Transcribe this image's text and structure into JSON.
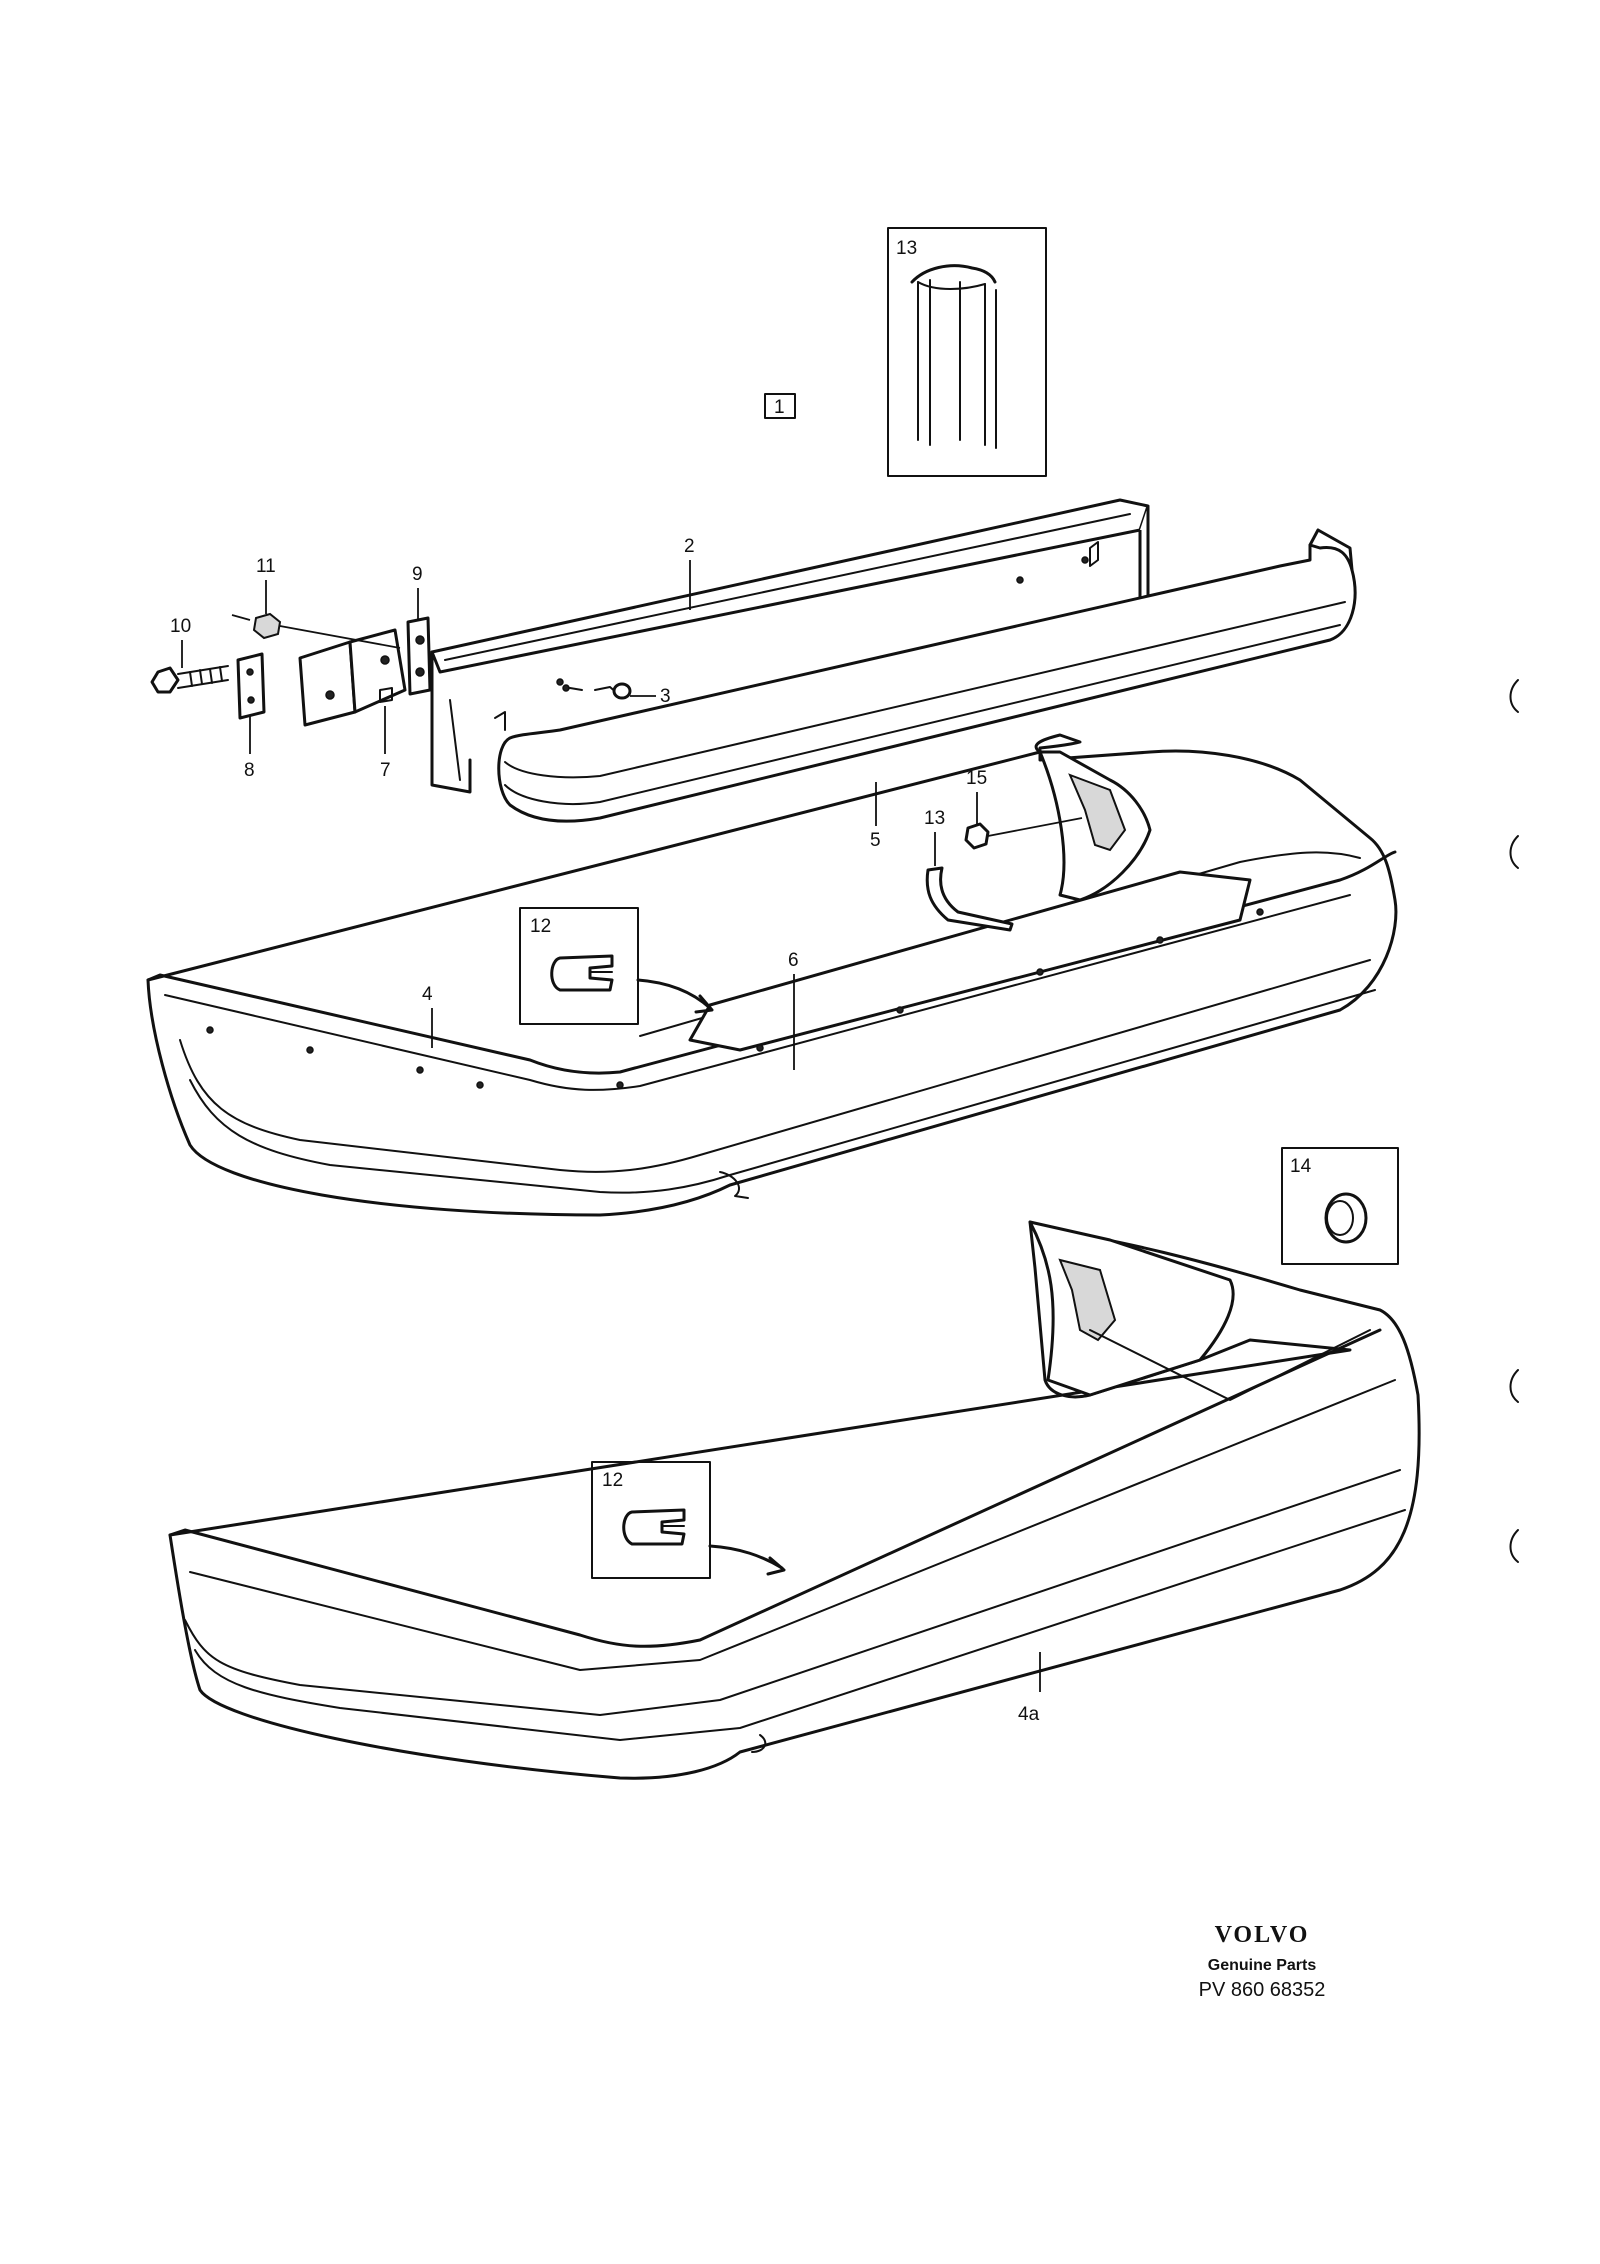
{
  "callouts": {
    "c1": "1",
    "c2": "2",
    "c3": "3",
    "c4": "4",
    "c4a": "4a",
    "c5": "5",
    "c6": "6",
    "c7": "7",
    "c8": "8",
    "c9": "9",
    "c10": "10",
    "c11": "11",
    "c12_upper": "12",
    "c12_lower": "12",
    "c13_inset": "13",
    "c13_part": "13",
    "c14": "14",
    "c15": "15"
  },
  "brand": {
    "logo": "VOLVO",
    "subtitle": "Genuine Parts",
    "code": "PV 860 68352"
  }
}
